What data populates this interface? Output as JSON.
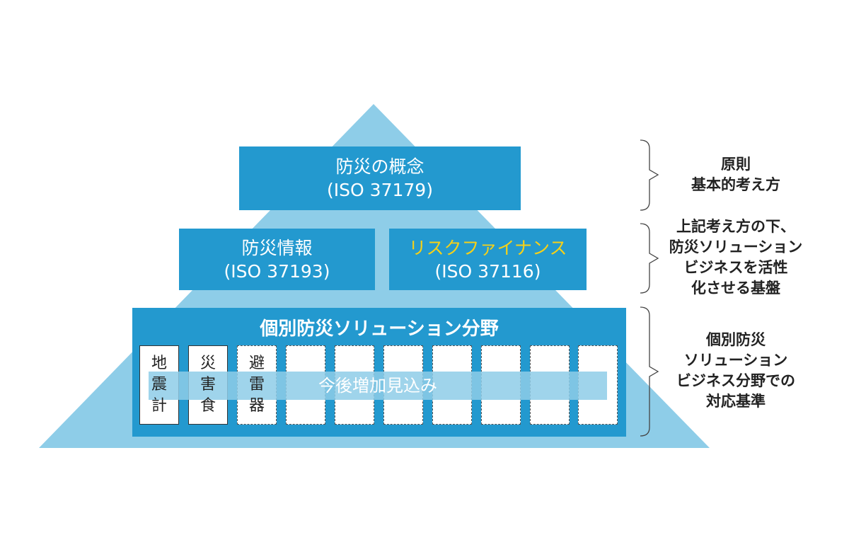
{
  "colors": {
    "triangle": "#8ecde8",
    "box": "#2399cf",
    "highlight": "#f7d117"
  },
  "top": {
    "title": "防災の概念",
    "code": "(ISO 37179)"
  },
  "middle": [
    {
      "title": "防災情報",
      "code": "(ISO 37193)"
    },
    {
      "title": "リスクファイナンス",
      "code": "(ISO 37116)"
    }
  ],
  "bottom": {
    "title": "個別防災ソリューション分野",
    "cells": [
      "地\n震\n計",
      "災\n害\n食",
      "避\n雷\n器"
    ],
    "band": "今後増加見込み"
  },
  "notes": [
    "原則\n基本的考え方",
    "上記考え方の下、\n防災ソリューション\nビジネスを活性\n化させる基盤",
    "個別防災\nソリューション\nビジネス分野での\n対応基準"
  ]
}
